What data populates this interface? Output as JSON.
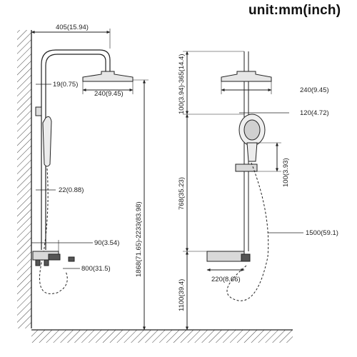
{
  "title": "unit:mm(inch)",
  "side_view": {
    "top_arm": "405(15.94)",
    "pipe_diameter": "19(0.75)",
    "head_width": "240(9.45)",
    "slide_bar": "22(0.88)",
    "mixer_depth": "90(3.54)",
    "total_height": "1868(71.65)-2233(83.98)",
    "hose_drop": "800(31.5)"
  },
  "front_view": {
    "head_drop": "100(3.94)-365(14.4)",
    "head_width": "240(9.45)",
    "handset_width": "120(4.72)",
    "bracket_gap": "100(3.93)",
    "rail_length": "768(35.23)",
    "hose_length": "1500(59.1)",
    "spout_length": "220(8.66)",
    "floor_height": "1100(39.4)"
  },
  "colors": {
    "line": "#222222",
    "fill": "#d9d9d9",
    "dark": "#555555"
  }
}
